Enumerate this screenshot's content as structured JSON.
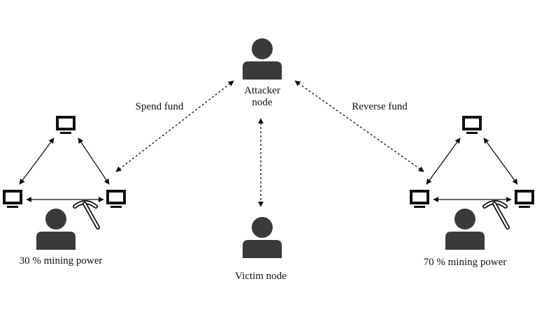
{
  "labels": {
    "attacker_line1": "Attacker",
    "attacker_line2": "node",
    "victim": "Victim node",
    "spend_fund": "Spend fund",
    "reverse_fund": "Reverse fund",
    "left_mining_power": "30 % mining power",
    "right_mining_power": "70 % mining power"
  },
  "icons": {
    "person": "person-icon",
    "computer": "computer-icon",
    "pickaxe": "pickaxe-icon"
  },
  "colors": {
    "icon_fill": "#3a3a3a",
    "line": "#111111",
    "background": "#ffffff"
  }
}
